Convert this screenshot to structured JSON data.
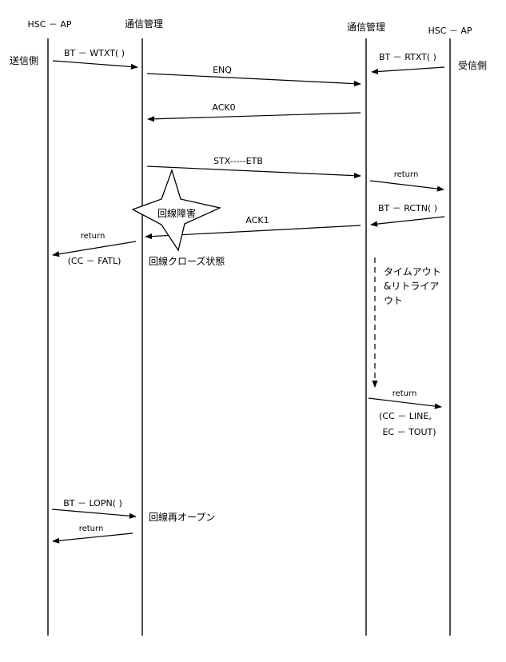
{
  "headers": {
    "left_ap": "HSC － AP",
    "left_comm": "通信管理",
    "right_comm": "通信管理",
    "right_ap": "HSC － AP"
  },
  "sides": {
    "sender": "送信側",
    "receiver": "受信側"
  },
  "messages": {
    "bt_wtxt": "BT － WTXT( )",
    "bt_rtxt": "BT － RTXT( )",
    "enq": "ENQ",
    "ack0": "ACK0",
    "stx_etb": "STX-----ETB",
    "return_right_1": "return",
    "bt_rctn": "BT － RCTN( )",
    "ack1": "ACK1",
    "return_left_1": "return",
    "cc_fatl": "(CC － FATL)",
    "line_fault": "回線障害",
    "line_closed": "回線クローズ状態",
    "timeout_line1": "タイムアウト",
    "timeout_line2": "&リトライア",
    "timeout_line3": "ウト",
    "return_right_2": "return",
    "cc_line": "(CC － LINE,",
    "ec_tout": "EC － TOUT)",
    "bt_lopn": "BT － LOPN( )",
    "line_reopen": "回線再オープン",
    "return_left_2": "return"
  }
}
